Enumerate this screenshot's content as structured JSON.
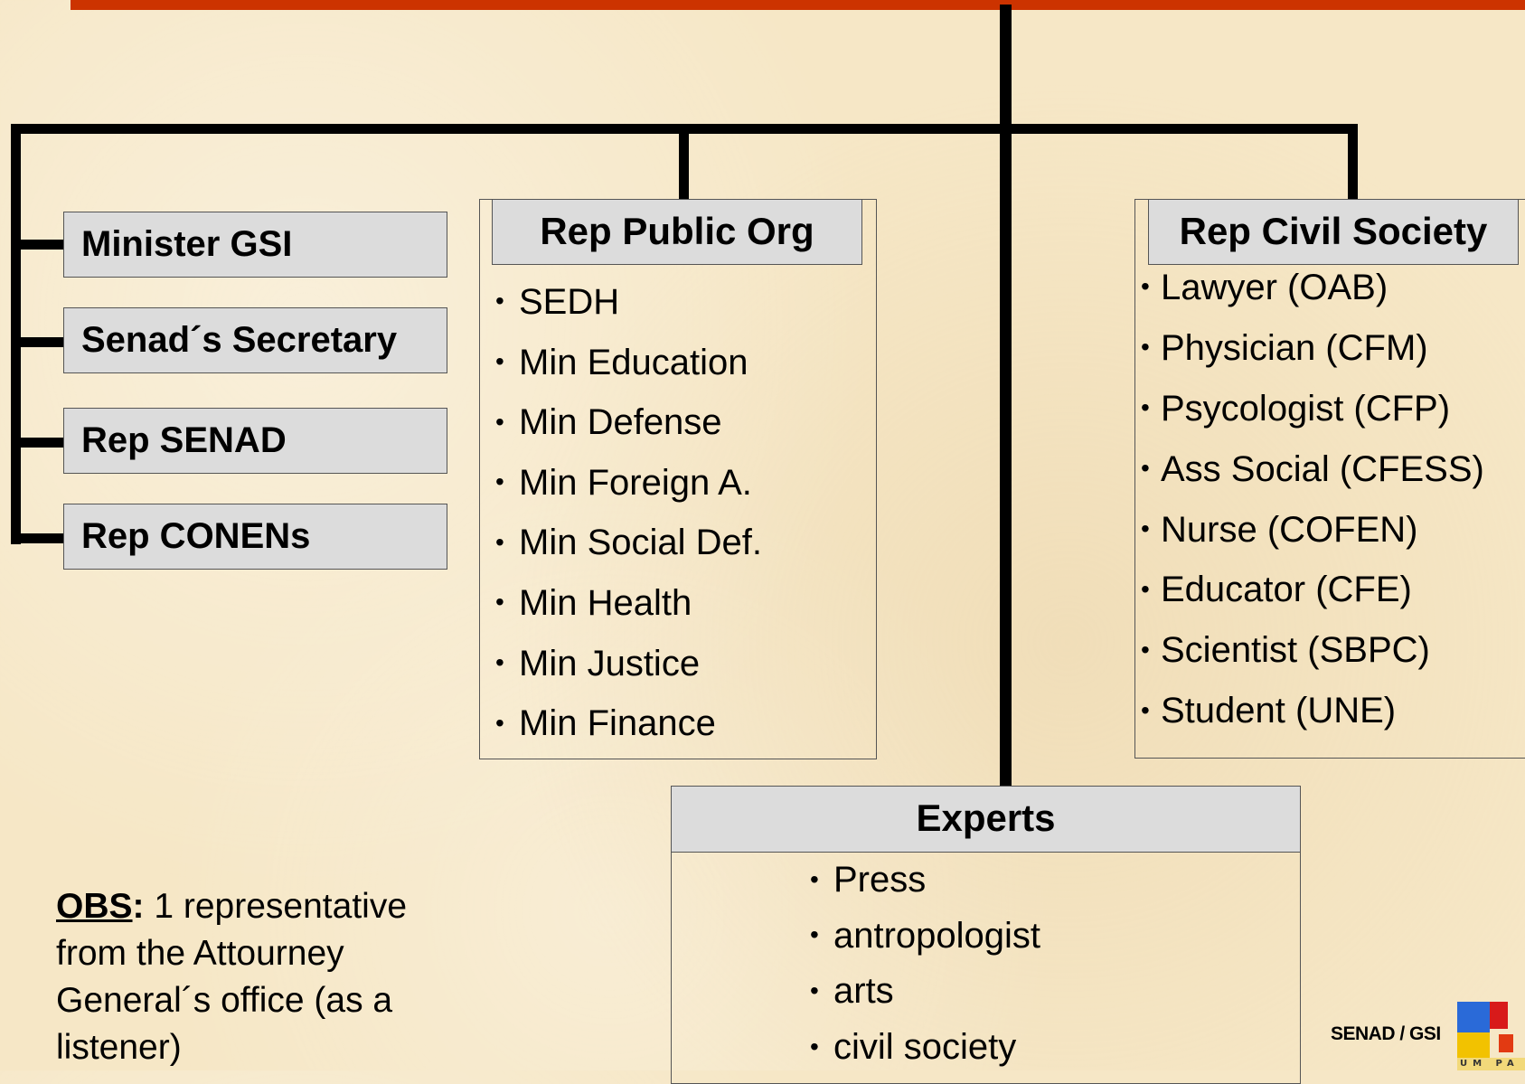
{
  "colors": {
    "accent_bar": "#cc3300",
    "box_fill": "#dcdcdc",
    "background": "#f6e7c6"
  },
  "left_boxes": [
    "Minister GSI",
    "Senad´s Secretary",
    "Rep SENAD",
    "Rep CONENs"
  ],
  "public_org": {
    "title": "Rep Public Org",
    "items": [
      "SEDH",
      "Min Education",
      "Min Defense",
      "Min Foreign A.",
      "Min Social Def.",
      "Min Health",
      "Min Justice",
      "Min Finance"
    ]
  },
  "civil_society": {
    "title": "Rep Civil Society",
    "items": [
      "Lawyer (OAB)",
      "Physician (CFM)",
      "Psycologist (CFP)",
      "Ass Social (CFESS)",
      "Nurse (COFEN)",
      "Educator (CFE)",
      "Scientist (SBPC)",
      "Student (UNE)"
    ]
  },
  "experts": {
    "title": "Experts",
    "items": [
      "Press",
      "antropologist",
      "arts",
      "civil society"
    ]
  },
  "obs": {
    "label": "OBS",
    "colon": ":",
    "text": " 1 representative from the Attourney General´s office (as a listener)"
  },
  "footer": {
    "org": "SENAD / GSI",
    "logo_text": "UM PA"
  }
}
